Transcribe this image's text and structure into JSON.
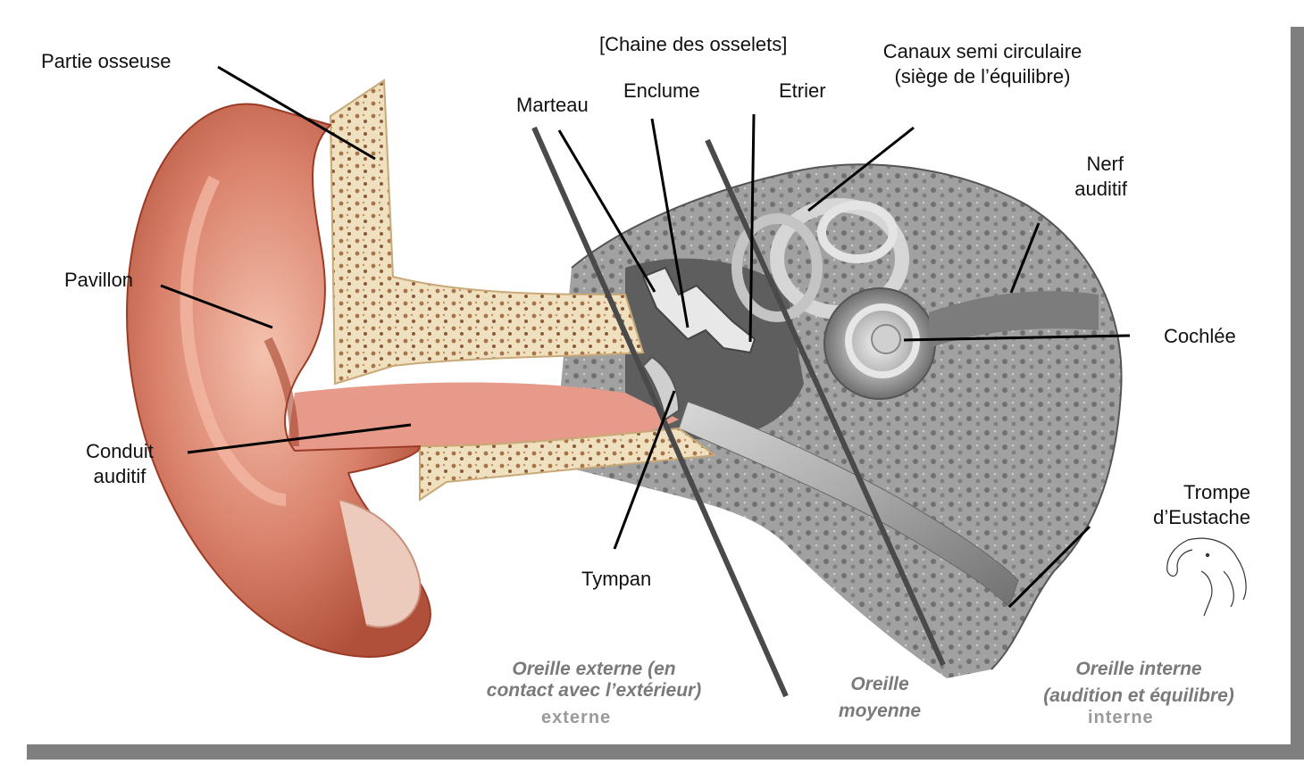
{
  "labels": {
    "partie_osseuse": "Partie osseuse",
    "chaine_osselets": "[Chaine des osselets]",
    "marteau": "Marteau",
    "enclume": "Enclume",
    "etrier": "Etrier",
    "canaux_line1": "Canaux semi circulaire",
    "canaux_line2": "(siège de l’équilibre)",
    "nerf_line1": "Nerf",
    "nerf_line2": "auditif",
    "pavillon": "Pavillon",
    "cochlee": "Cochlée",
    "conduit_line1": "Conduit",
    "conduit_line2": "auditif",
    "tympan": "Tympan",
    "trompe_line1": "Trompe",
    "trompe_line2": "d’Eustache"
  },
  "zones": {
    "externe_line1": "Oreille externe (en",
    "externe_line2": "contact avec l’extérieur)",
    "moyenne_line1": "Oreille",
    "moyenne_line2": "moyenne",
    "interne_line1": "Oreille interne",
    "interne_line2": "(audition et équilibre)"
  },
  "ghost_text": {
    "externe": "externe",
    "interne": "interne"
  },
  "colors": {
    "skin": "#d9816a",
    "skin_dark": "#a4422c",
    "bone": "#ecdcb8",
    "gray_organ": "#9a9a9a",
    "frame_shadow": "#7f7f7f",
    "zone_text": "#7a7a7a"
  }
}
